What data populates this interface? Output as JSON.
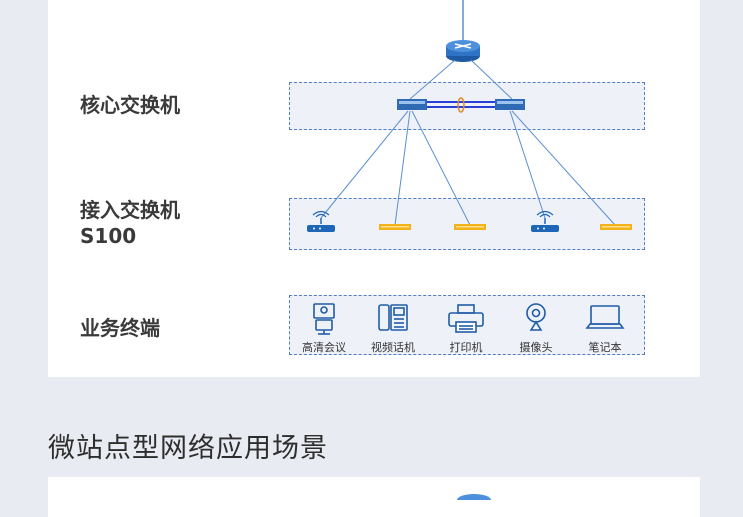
{
  "rows": {
    "core": "核心交换机",
    "access_line1": "接入交换机",
    "access_line2": "S100",
    "terminals": "业务终端"
  },
  "terminals": [
    {
      "label": "高清会议",
      "icon": "video-conference-icon"
    },
    {
      "label": "视频话机",
      "icon": "video-phone-icon"
    },
    {
      "label": "打印机",
      "icon": "printer-icon"
    },
    {
      "label": "摄像头",
      "icon": "webcam-icon"
    },
    {
      "label": "笔记本",
      "icon": "laptop-icon"
    }
  ],
  "section_title": "微站点型网络应用场景",
  "colors": {
    "background": "#e8ecf2",
    "zone_border": "#4f7fc4",
    "link": "#5b8fd0",
    "switch": "#2f6bb5",
    "access_ap": "#1e66b8",
    "access_switch": "#f3b21a"
  }
}
